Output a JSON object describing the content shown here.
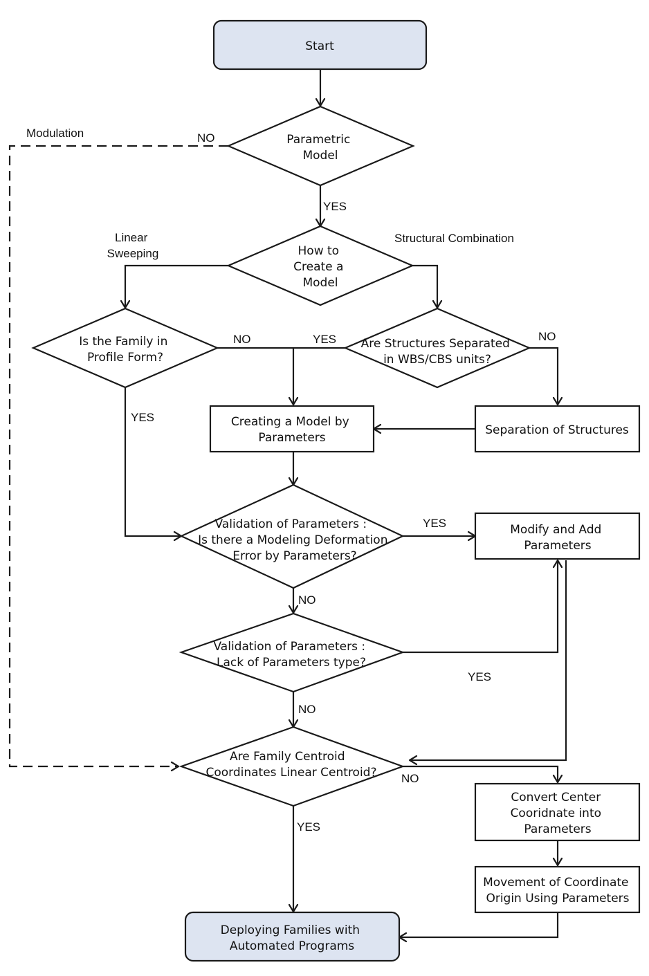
{
  "nodes": {
    "start": {
      "lines": [
        "Start"
      ]
    },
    "parametric_model": {
      "lines": [
        "Parametric",
        "Model"
      ]
    },
    "how_to_create": {
      "lines": [
        "How to",
        "Create a",
        "Model"
      ]
    },
    "family_profile": {
      "lines": [
        "Is the Family in",
        "Profile Form?"
      ]
    },
    "structures_separated": {
      "lines": [
        "Are Structures Separated",
        "in WBS/CBS units?"
      ]
    },
    "creating_model": {
      "lines": [
        "Creating a Model by",
        "Parameters"
      ]
    },
    "separation": {
      "lines": [
        "Separation of Structures"
      ]
    },
    "validation_deformation": {
      "lines": [
        "Validation of Parameters :",
        "Is there a Modeling Deformation",
        "Error by Parameters?"
      ]
    },
    "modify_add": {
      "lines": [
        "Modify and Add",
        "Parameters"
      ]
    },
    "validation_lack": {
      "lines": [
        "Validation of Parameters :",
        "Lack of Parameters type?"
      ]
    },
    "centroid": {
      "lines": [
        "Are Family Centroid",
        "Coordinates Linear Centroid?"
      ]
    },
    "convert_center": {
      "lines": [
        "Convert Center",
        "Cooridnate into",
        "Parameters"
      ]
    },
    "movement_origin": {
      "lines": [
        "Movement of Coordinate",
        "Origin Using Parameters"
      ]
    },
    "deploying": {
      "lines": [
        "Deploying Families with",
        "Automated Programs"
      ]
    }
  },
  "labels": {
    "modulation": "Modulation",
    "no_parametric": "NO",
    "yes_parametric": "YES",
    "linear_sweeping": [
      "Linear",
      "Sweeping"
    ],
    "structural_combination": "Structural Combination",
    "no_profile": "NO",
    "yes_structures": "YES",
    "no_structures": "NO",
    "yes_profile": "YES",
    "yes_deformation": "YES",
    "no_deformation": "NO",
    "yes_lack": "YES",
    "no_lack": "NO",
    "no_centroid": "NO",
    "yes_centroid": "YES"
  },
  "colors": {
    "terminal_fill": "#dde4f1",
    "stroke": "#1a1a1a",
    "background": "#ffffff"
  }
}
